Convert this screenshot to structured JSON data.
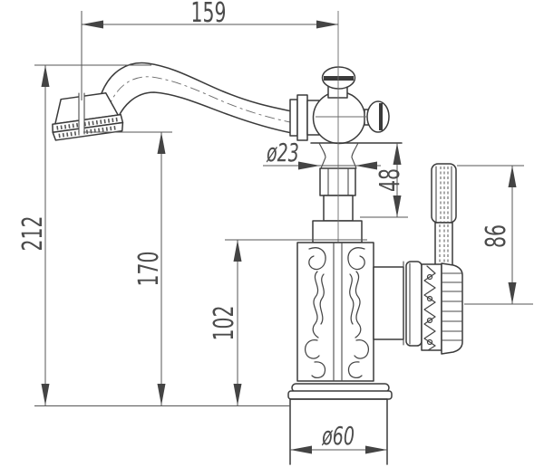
{
  "drawing": {
    "kind": "technical-dimension-drawing",
    "line_color": "#3a3a3a",
    "background_color": "#ffffff"
  },
  "dims": {
    "spout_reach": {
      "label": "159"
    },
    "overall_height": {
      "label": "212"
    },
    "spout_height": {
      "label": "170"
    },
    "body_height": {
      "label": "102"
    },
    "neck_diameter": {
      "label": "ø23"
    },
    "neck_height": {
      "label": "48"
    },
    "handle_height": {
      "label": "86"
    },
    "base_diameter": {
      "label": "ø60"
    }
  }
}
